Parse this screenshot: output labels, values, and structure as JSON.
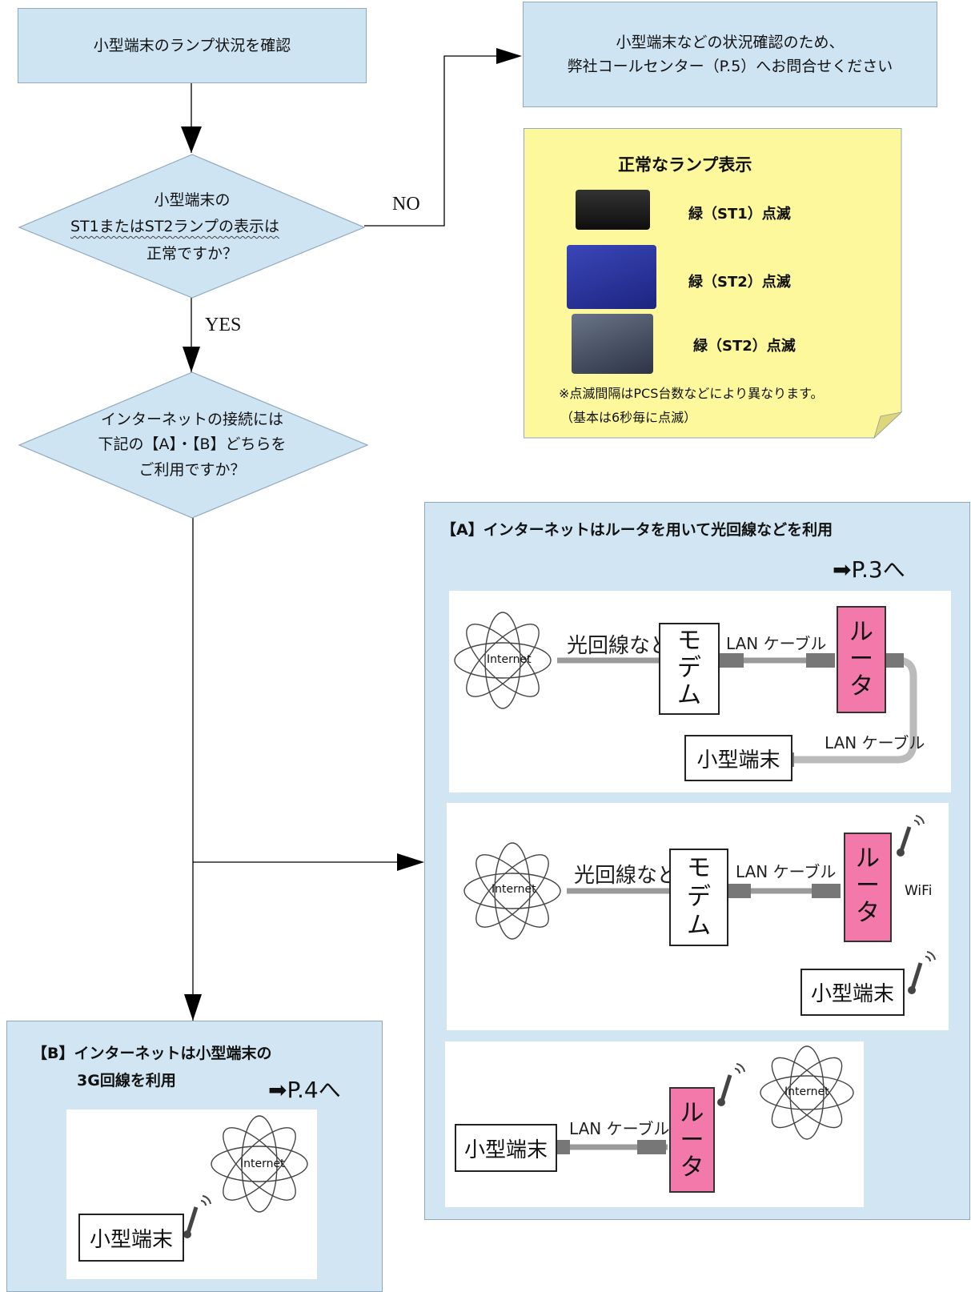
{
  "start_box": "小型端末のランプ状況を確認",
  "contact_box": {
    "line1": "小型端末などの状況確認のため、",
    "line2": "弊社コールセンター（P.5）へお問合せください"
  },
  "decision1": {
    "line1": "小型端末の",
    "line2": "ST1またはST2ランプの表示は",
    "line3": "正常ですか？"
  },
  "label_no": "NO",
  "label_yes": "YES",
  "decision2": {
    "line1": "インターネットの接続には",
    "line2": "下記の【A】・【B】どちらを",
    "line3": "ご利用ですか？"
  },
  "note": {
    "title": "正常なランプ表示",
    "rows": [
      "緑（ST1）点滅",
      "緑（ST2）点滅",
      "緑（ST2）点滅"
    ],
    "footnote1": "※点滅間隔はPCS台数などにより異なります。",
    "footnote2": "（基本は6秒毎に点滅）"
  },
  "section_a": {
    "title": "【A】インターネットはルータを用いて光回線などを利用",
    "page_ref": "➡P.3へ",
    "diagram1": {
      "internet": "Internet",
      "line": "光回線など",
      "modem": [
        "モ",
        "デ",
        "ム"
      ],
      "lan1": "LAN ケーブル",
      "router": [
        "ル",
        "ー",
        "タ"
      ],
      "lan2": "LAN ケーブル",
      "terminal": "小型端末"
    },
    "diagram2": {
      "internet": "Internet",
      "line": "光回線など",
      "modem": [
        "モ",
        "デ",
        "ム"
      ],
      "lan": "LAN ケーブル",
      "router": [
        "ル",
        "ー",
        "タ"
      ],
      "wifi": "WiFi",
      "terminal": "小型端末"
    },
    "diagram3": {
      "terminal": "小型端末",
      "lan": "LAN ケーブル",
      "router": [
        "ル",
        "ー",
        "タ"
      ],
      "internet": "Internet"
    }
  },
  "section_b": {
    "title_line1": "【B】インターネットは小型端末の",
    "title_line2": "3G回線を利用",
    "page_ref": "➡P.4へ",
    "diagram": {
      "internet": "Internet",
      "terminal": "小型端末"
    }
  }
}
